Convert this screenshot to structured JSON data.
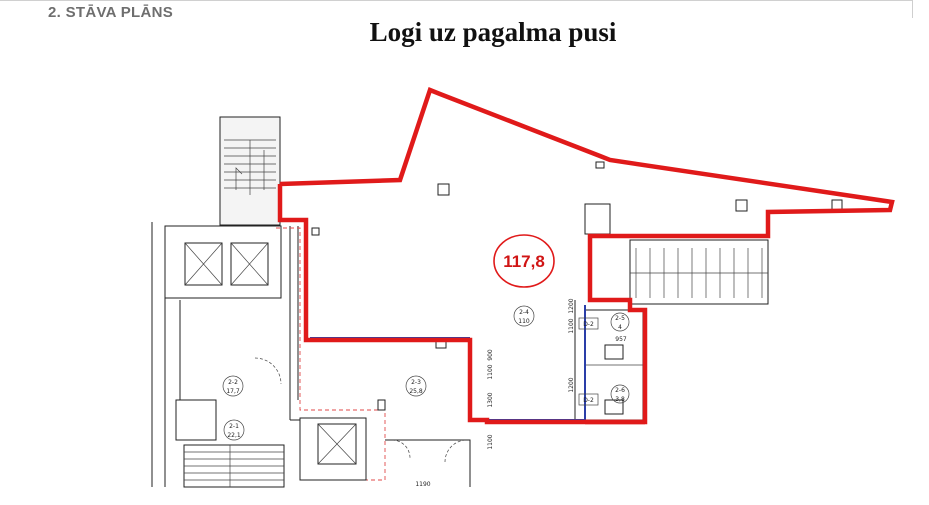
{
  "header": {
    "section": "2. STĀVA PLĀNS"
  },
  "title": "Logi uz pagalma pusi",
  "highlight": {
    "area": "117,8",
    "color": "#e01a1a"
  },
  "rooms": [
    {
      "id": "2-2",
      "area": "17,7"
    },
    {
      "id": "2-1",
      "area": "22,1"
    },
    {
      "id": "2-3",
      "area": "25,8"
    },
    {
      "id": "2-4",
      "area": "110"
    },
    {
      "id": "2-5",
      "area": "4"
    },
    {
      "id": "2-6",
      "area": "3,8"
    }
  ],
  "doors": [
    "D-2",
    "D-2"
  ],
  "dimensions": [
    "900",
    "1100",
    "1300",
    "1100",
    "1190",
    "1200",
    "957",
    "1200",
    "1100"
  ]
}
